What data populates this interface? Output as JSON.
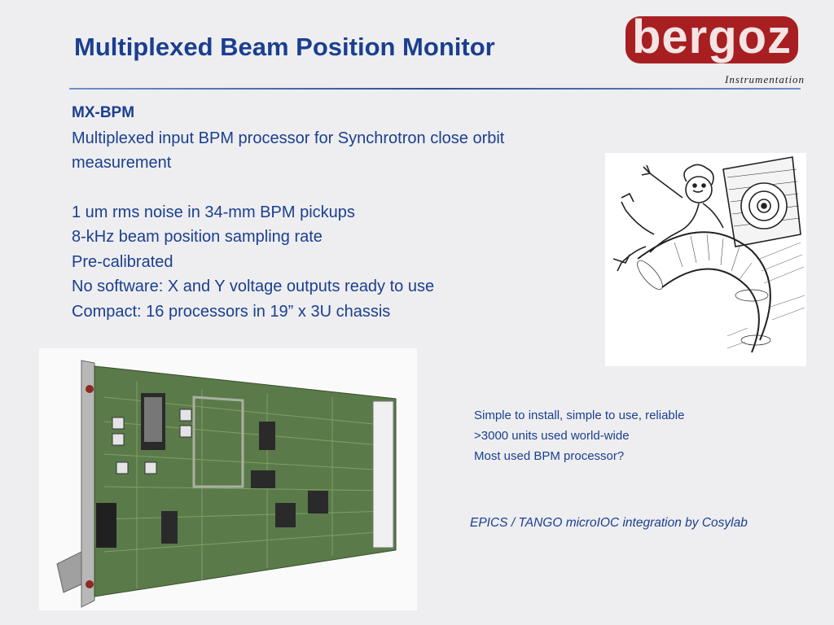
{
  "slide": {
    "title": "Multiplexed Beam Position Monitor",
    "logo": {
      "name": "bergoz",
      "subtitle": "Instrumentation"
    },
    "heading": "MX-BPM",
    "description_lines": [
      "Multiplexed input BPM processor for Synchrotron close orbit",
      "measurement"
    ],
    "features": [
      "1 um rms noise in 34-mm BPM pickups",
      "8-kHz beam position sampling rate",
      "Pre-calibrated",
      "No software:  X and Y voltage outputs ready to use",
      "Compact:  16 processors in 19” x 3U chassis"
    ],
    "notes": [
      "Simple to install, simple to use, reliable",
      ">3000 units used world-wide",
      "Most used BPM processor?"
    ],
    "integration": "EPICS / TANGO microIOC integration by Cosylab"
  }
}
